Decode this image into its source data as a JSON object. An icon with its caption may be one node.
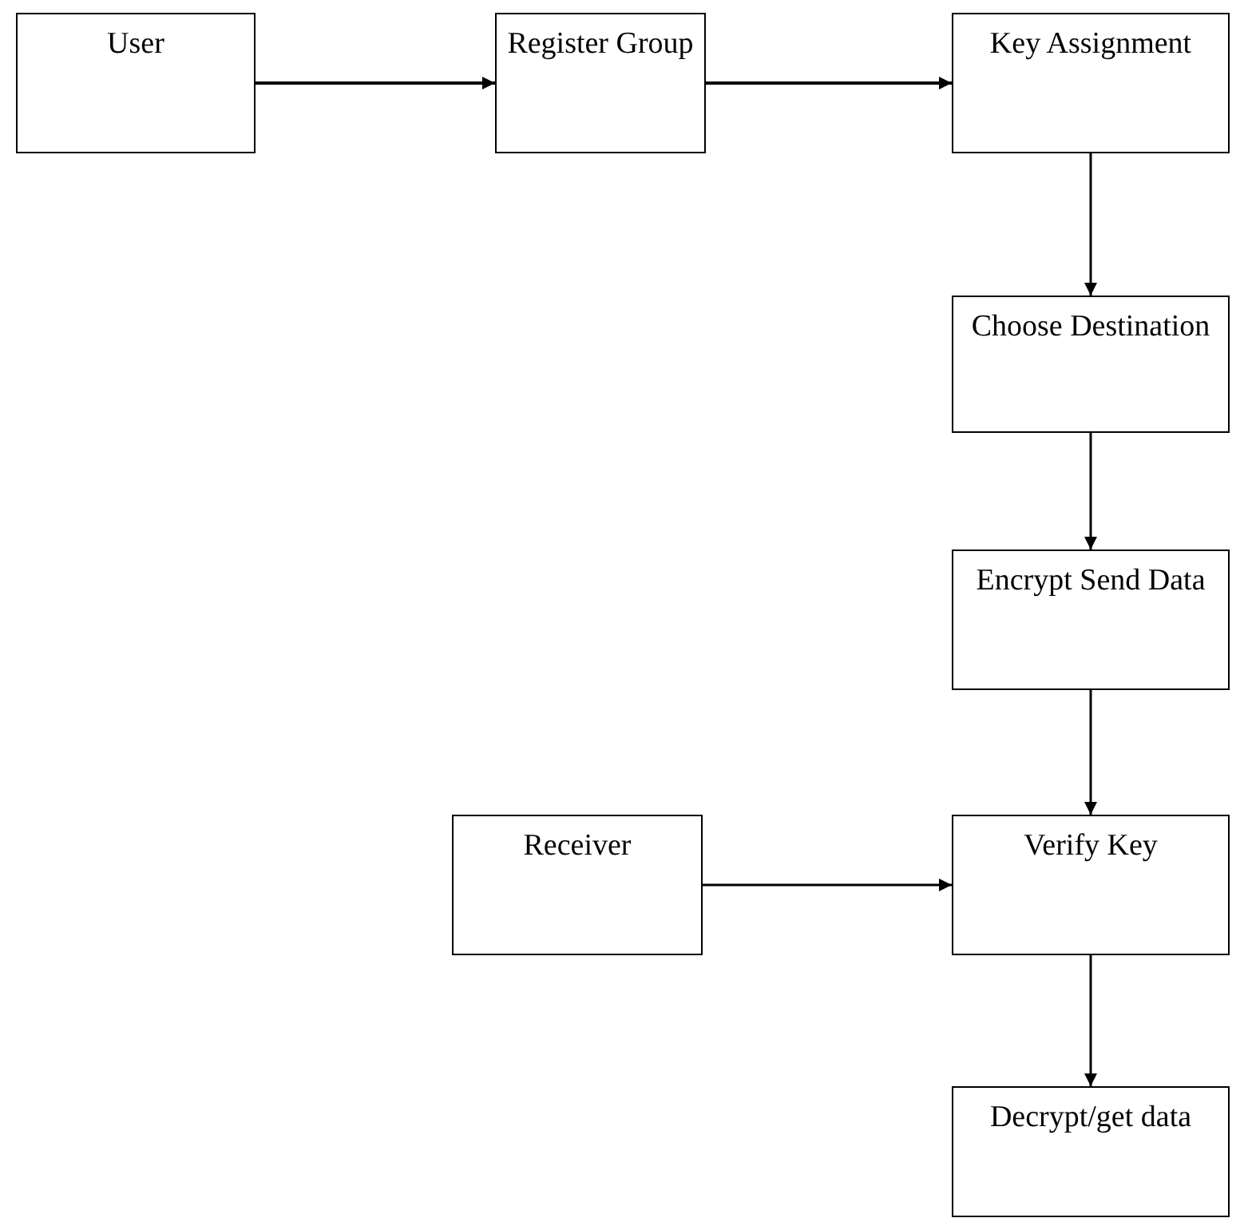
{
  "diagram": {
    "nodes": [
      {
        "text": [
          "User"
        ]
      },
      {
        "text": [
          "Register Group"
        ]
      },
      {
        "text": [
          "Key Assignment"
        ]
      },
      {
        "text": [
          "Choose Destination"
        ]
      },
      {
        "text": [
          "Encrypt Send Data"
        ]
      },
      {
        "text": [
          "Receiver"
        ]
      },
      {
        "text": [
          "Verify Key"
        ]
      },
      {
        "text": [
          "Decrypt/get data"
        ]
      }
    ],
    "edges": [
      {
        "from": 0,
        "to": 1,
        "arrow": "to"
      },
      {
        "from": 1,
        "to": 2,
        "arrow": "to"
      },
      {
        "from": 2,
        "to": 3,
        "arrow": "to"
      },
      {
        "from": 3,
        "to": 4,
        "arrow": "to"
      },
      {
        "from": 4,
        "to": 6,
        "arrow": "to"
      },
      {
        "from": 5,
        "to": 6,
        "arrow": "to"
      },
      {
        "from": 6,
        "to": 7,
        "arrow": "to"
      }
    ]
  }
}
